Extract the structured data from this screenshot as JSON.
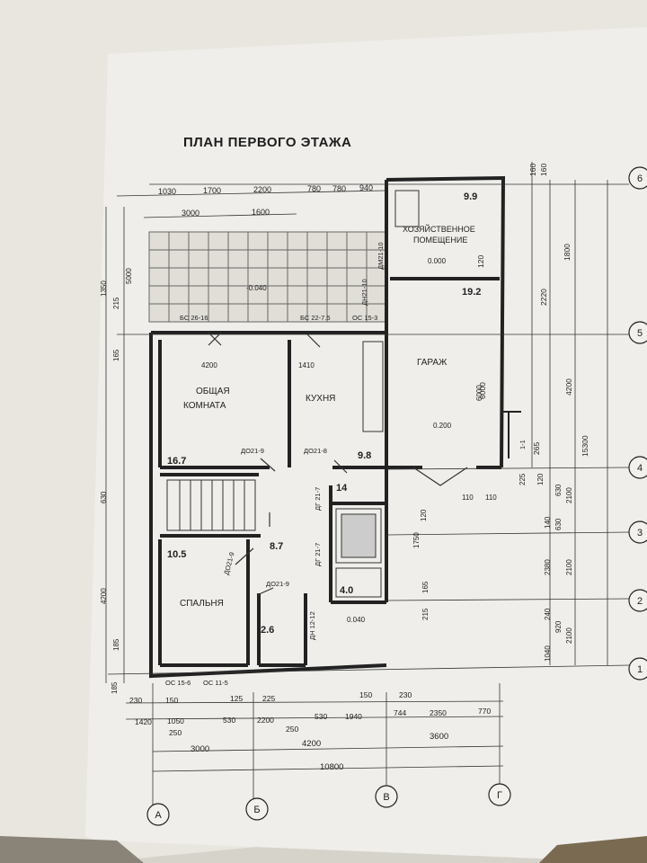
{
  "title": "ПЛАН ПЕРВОГО ЭТАЖА",
  "rooms": {
    "utility": {
      "area": "9.9",
      "name_line1": "ХОЗЯЙСТВЕННОЕ",
      "name_line2": "ПОМЕЩЕНИЕ",
      "level": "0.000"
    },
    "garage": {
      "area": "19.2",
      "name": "ГАРАЖ",
      "level": "0.200"
    },
    "living": {
      "area": "16.7",
      "name_line1": "ОБЩАЯ",
      "name_line2": "КОМНАТА"
    },
    "kitchen": {
      "area": "9.8",
      "name": "КУХНЯ"
    },
    "hall": {
      "area": "8.7"
    },
    "stair_hall": {
      "area": "14"
    },
    "bathroom": {
      "area": "4.0"
    },
    "bedroom": {
      "area": "10.5",
      "name": "СПАЛЬНЯ"
    },
    "wc": {
      "area": "2.6"
    },
    "terrace": {
      "level": "-0.040"
    },
    "porch": {
      "level": "0.040"
    }
  },
  "labels": {
    "lintel_1": "БС 26-16",
    "lintel_2": "БС 22-7.5",
    "lintel_3": "ОС 15-3",
    "lintel_4": "ОС 15-6",
    "lintel_5": "ОС 11-5",
    "door_1": "ДО21-9",
    "door_2": "ДО21-8",
    "door_3": "ДО21-9",
    "door_4": "ДО21-9",
    "door_5": "ДГ 21-7",
    "door_6": "ДГ 21-7",
    "door_7": "ДМ21-10",
    "door_8": "ДН21-10",
    "door_9": "ДН 12-12",
    "section": "1-1"
  },
  "dims": {
    "top_row1": [
      "1030",
      "1700",
      "2200",
      "780",
      "780",
      "940"
    ],
    "top_row2": [
      "3000",
      "1600"
    ],
    "bottom_row1": [
      "230",
      "150",
      "125",
      "225",
      "150",
      "230"
    ],
    "bottom_row2": [
      "1420",
      "1050",
      "530",
      "2200",
      "530",
      "1940",
      "744",
      "2350",
      "770"
    ],
    "bottom_row3": [
      "250",
      "250"
    ],
    "bottom_row4": [
      "3000",
      "4200",
      "3600"
    ],
    "bottom_total": "10800",
    "right_col1": [
      "160",
      "160",
      "120",
      "1800",
      "6000",
      "265"
    ],
    "right_col2": [
      "2220",
      "4200",
      "15300"
    ],
    "right_col3": [
      "110",
      "110",
      "225",
      "120",
      "140",
      "630",
      "630",
      "2100",
      "2380",
      "2100",
      "240",
      "920",
      "2100",
      "1040"
    ],
    "left_col": [
      "215",
      "165",
      "630",
      "185",
      "185",
      "5000",
      "1350",
      "4200"
    ],
    "inner": [
      "4200",
      "1410",
      "6000",
      "1750",
      "120",
      "165",
      "215"
    ]
  },
  "axes": {
    "vertical": [
      "А",
      "Б",
      "В",
      "Г"
    ],
    "horizontal": [
      "6",
      "5",
      "4",
      "3",
      "2",
      "1"
    ]
  }
}
